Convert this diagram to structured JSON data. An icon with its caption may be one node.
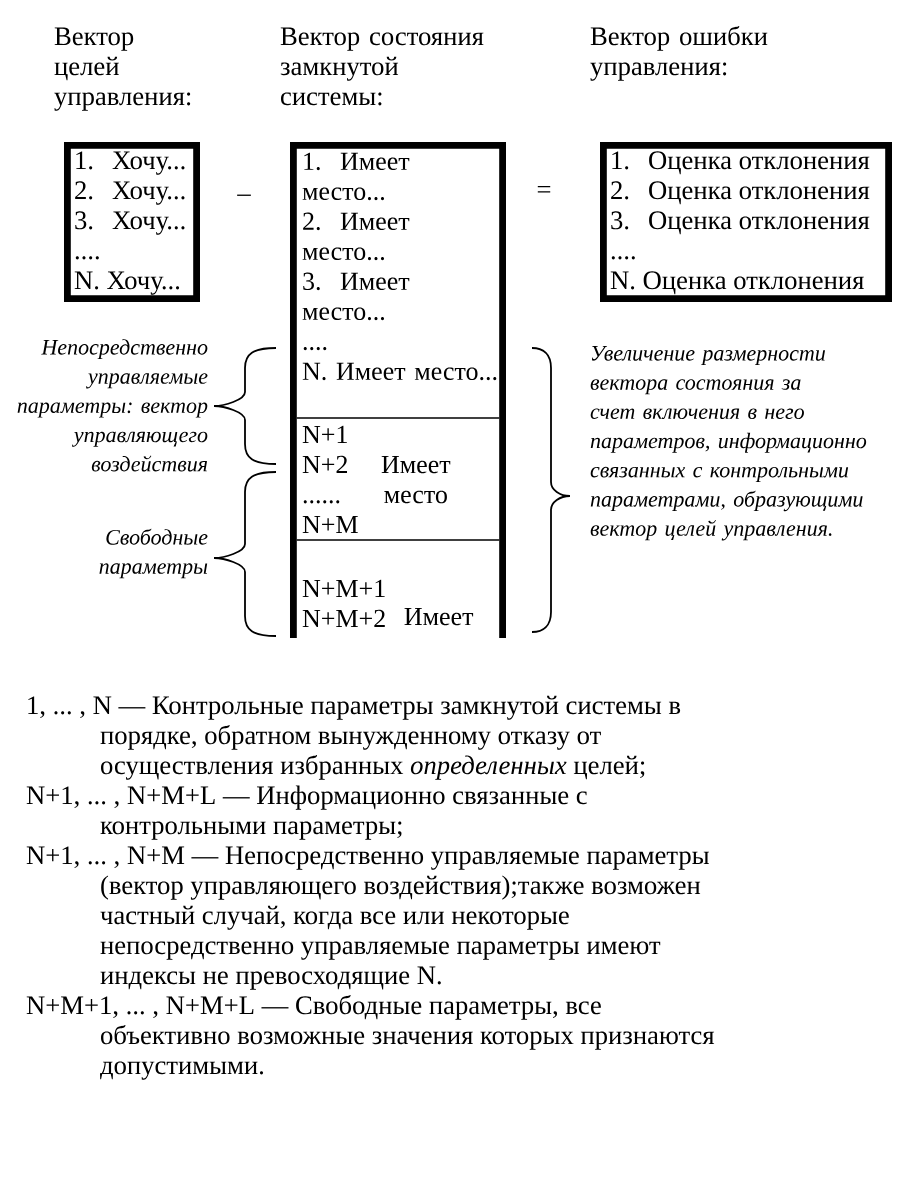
{
  "diagram": {
    "nodes": [
      {
        "text": [
          "Вектор целей управления:",
          "1. Хочу...",
          "2. Хочу...",
          "3. Хочу...",
          "....",
          "N. Хочу..."
        ]
      },
      {
        "text": [
          "Вектор состояния замкнутой системы:"
        ]
      },
      {
        "text": [
          "1. Имеет место...",
          "2. Имеет место...",
          "3. Имеет место...",
          "....",
          "N. Имеет место..."
        ],
        "in": 1
      },
      {
        "text": [
          "N+1",
          "N+2",
          "......",
          "N+M",
          "Имеет место"
        ],
        "in": 1
      },
      {
        "text": [
          "N+M+1",
          "N+M+2",
          "Имеет"
        ],
        "in": 1
      },
      {
        "text": [
          "Вектор ошибки управления:",
          "1. Оценка отклонения",
          "2. Оценка отклонения",
          "3. Оценка отклонения",
          "....",
          "N. Оценка отклонения"
        ]
      }
    ],
    "labels": [
      "–",
      "=",
      "Непосредственно управляемые параметры: вектор управляющего воздействия",
      "Увеличение размерности вектора состояния за счет включения в него параметров, информационно связанных с контрольными параметрами, образующими вектор целей управления.",
      "Свободные параметры",
      "1, ... , N — Контрольные параметры замкнутой системы в порядке, обратном вынужденному отказу от осуществления избранных *определенных* целей;",
      "N+1, ... , N+M+L — Информационно связанные с контрольными параметры;",
      "N+1, ... , N+M — Непосредственно управляемые параметры (вектор управляющего воздействия);также возможен частный случай, когда все или некоторые непосредственно управляемые параметры имеют индексы не превосходящие N.",
      "N+M+1, ... , N+M+L — Свободные параметры, все объективно возможные значения которых признаются допустимыми."
    ]
  }
}
